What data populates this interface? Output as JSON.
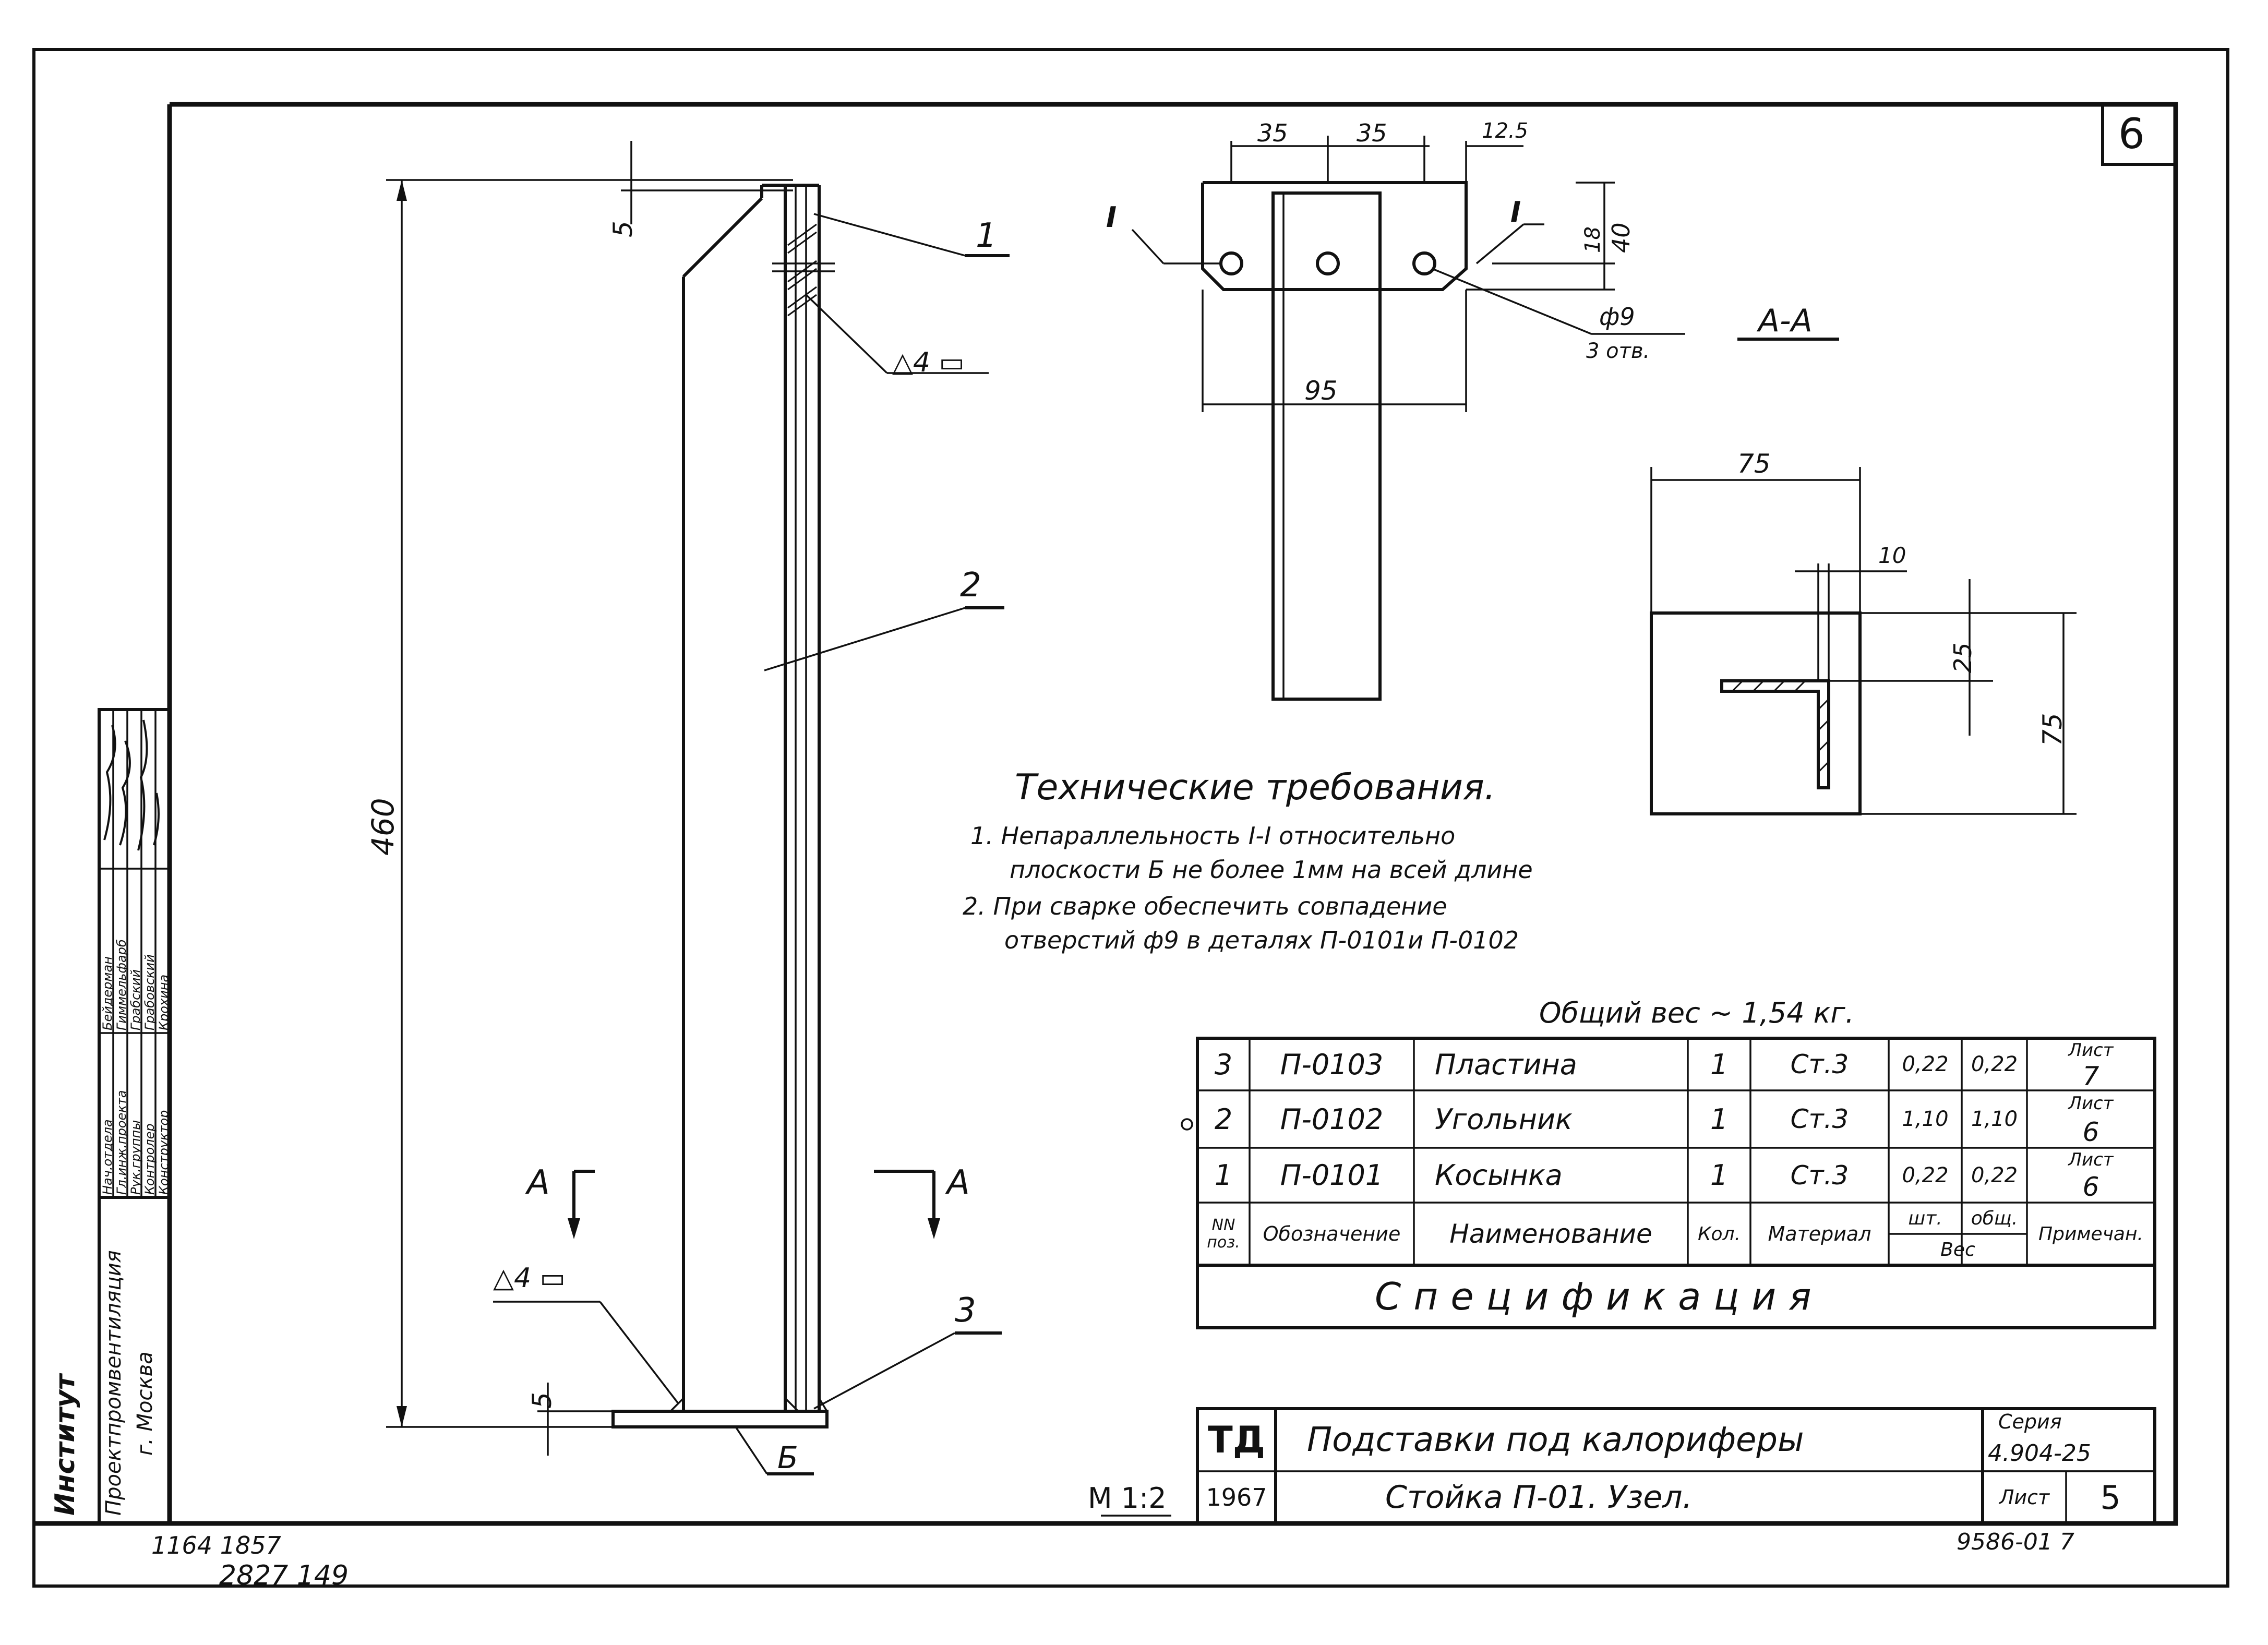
{
  "sheet": {
    "sheet_number_corner": "6",
    "scale": "М 1:2",
    "bottom_code": "9586-01  7",
    "stamp_left": [
      "1164  1857",
      "2827  149"
    ]
  },
  "institute": {
    "name": "Институт",
    "org": "Проектпромвентиляция",
    "city": "г. Москва"
  },
  "approvals": {
    "roles": [
      "Нач.отдела",
      "Гл.инж.проекта",
      "Рук.группы",
      "Контролер",
      "Конструктор"
    ],
    "names": [
      "Бейдерман",
      "Гиммельфарб",
      "Грабский",
      "Грабовский",
      "Крохина"
    ]
  },
  "views": {
    "section_label": "А-А",
    "cut_letter_left": "А",
    "cut_letter_right": "А",
    "plane_label": "Б",
    "callouts": [
      "1",
      "2",
      "3"
    ],
    "weld_symbol": "△4",
    "face_mark": "I",
    "dimensions": {
      "overall_height": "460",
      "top_offset": "5",
      "bottom_offset": "5",
      "hole_pitch_1": "35",
      "hole_pitch_2": "35",
      "edge_dist": "12.5",
      "plate_width": "95",
      "hole_row_offset": "18",
      "plate_height": "40",
      "hole_dia": "ф9",
      "hole_count": "3 отв.",
      "angle_width": "75",
      "angle_thickness": "10",
      "angle_leg": "25",
      "angle_height": "75"
    }
  },
  "tech_requirements": {
    "title": "Технические требования.",
    "items": [
      "1. Непараллельность I-I относительно",
      "плоскости Б не более 1мм на всей длине",
      "2. При сварке обеспечить совпадение",
      "отверстий ф9 в деталях П-0101и П-0102"
    ]
  },
  "total_weight": "Общий вес ~ 1,54 кг.",
  "specification": {
    "title": "Спецификация",
    "rows": [
      {
        "pos": "3",
        "designation": "П-0103",
        "name": "Пластина",
        "qty": "1",
        "material": "Ст.3",
        "w_unit": "0,22",
        "w_total": "0,22",
        "note_label": "Лист",
        "note_num": "7"
      },
      {
        "pos": "2",
        "designation": "П-0102",
        "name": "Угольник",
        "qty": "1",
        "material": "Ст.3",
        "w_unit": "1,10",
        "w_total": "1,10",
        "note_label": "Лист",
        "note_num": "6"
      },
      {
        "pos": "1",
        "designation": "П-0101",
        "name": "Косынка",
        "qty": "1",
        "material": "Ст.3",
        "w_unit": "0,22",
        "w_total": "0,22",
        "note_label": "Лист",
        "note_num": "6"
      }
    ],
    "headers": {
      "pos": "NN поз.",
      "designation": "Обозначение",
      "name": "Наименование",
      "qty": "Кол.",
      "material": "Материал",
      "w_unit": "шт.",
      "w_total": "общ.",
      "weight": "Вес",
      "note": "Примечан."
    }
  },
  "title_block": {
    "code": "ТД",
    "year": "1967",
    "title": "Подставки под калориферы",
    "subtitle": "Стойка П-01.  Узел.",
    "series_label": "Серия",
    "series_value": "4.904-25",
    "sheet_label": "Лист",
    "sheet_value": "5"
  }
}
